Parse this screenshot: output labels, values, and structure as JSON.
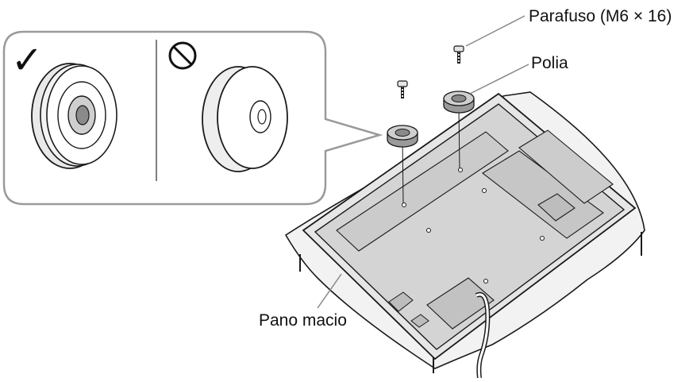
{
  "labels": {
    "screw": "Parafuso (M6 × 16)",
    "pulley": "Polia",
    "cloth": "Pano macio"
  },
  "panel": {
    "correct_mark": "✓",
    "correct_icon": "checkmark-icon",
    "wrong_icon": "prohibited-icon"
  },
  "colors": {
    "line": "#1a1a1a",
    "tv_back": "#d4d4d4",
    "tv_frame": "#e6e6e6",
    "cloth": "#f2f2f2",
    "pulley_face": "#cfcfcf",
    "pulley_core": "#8a8a8a",
    "callout_border": "#9a9a9a"
  }
}
